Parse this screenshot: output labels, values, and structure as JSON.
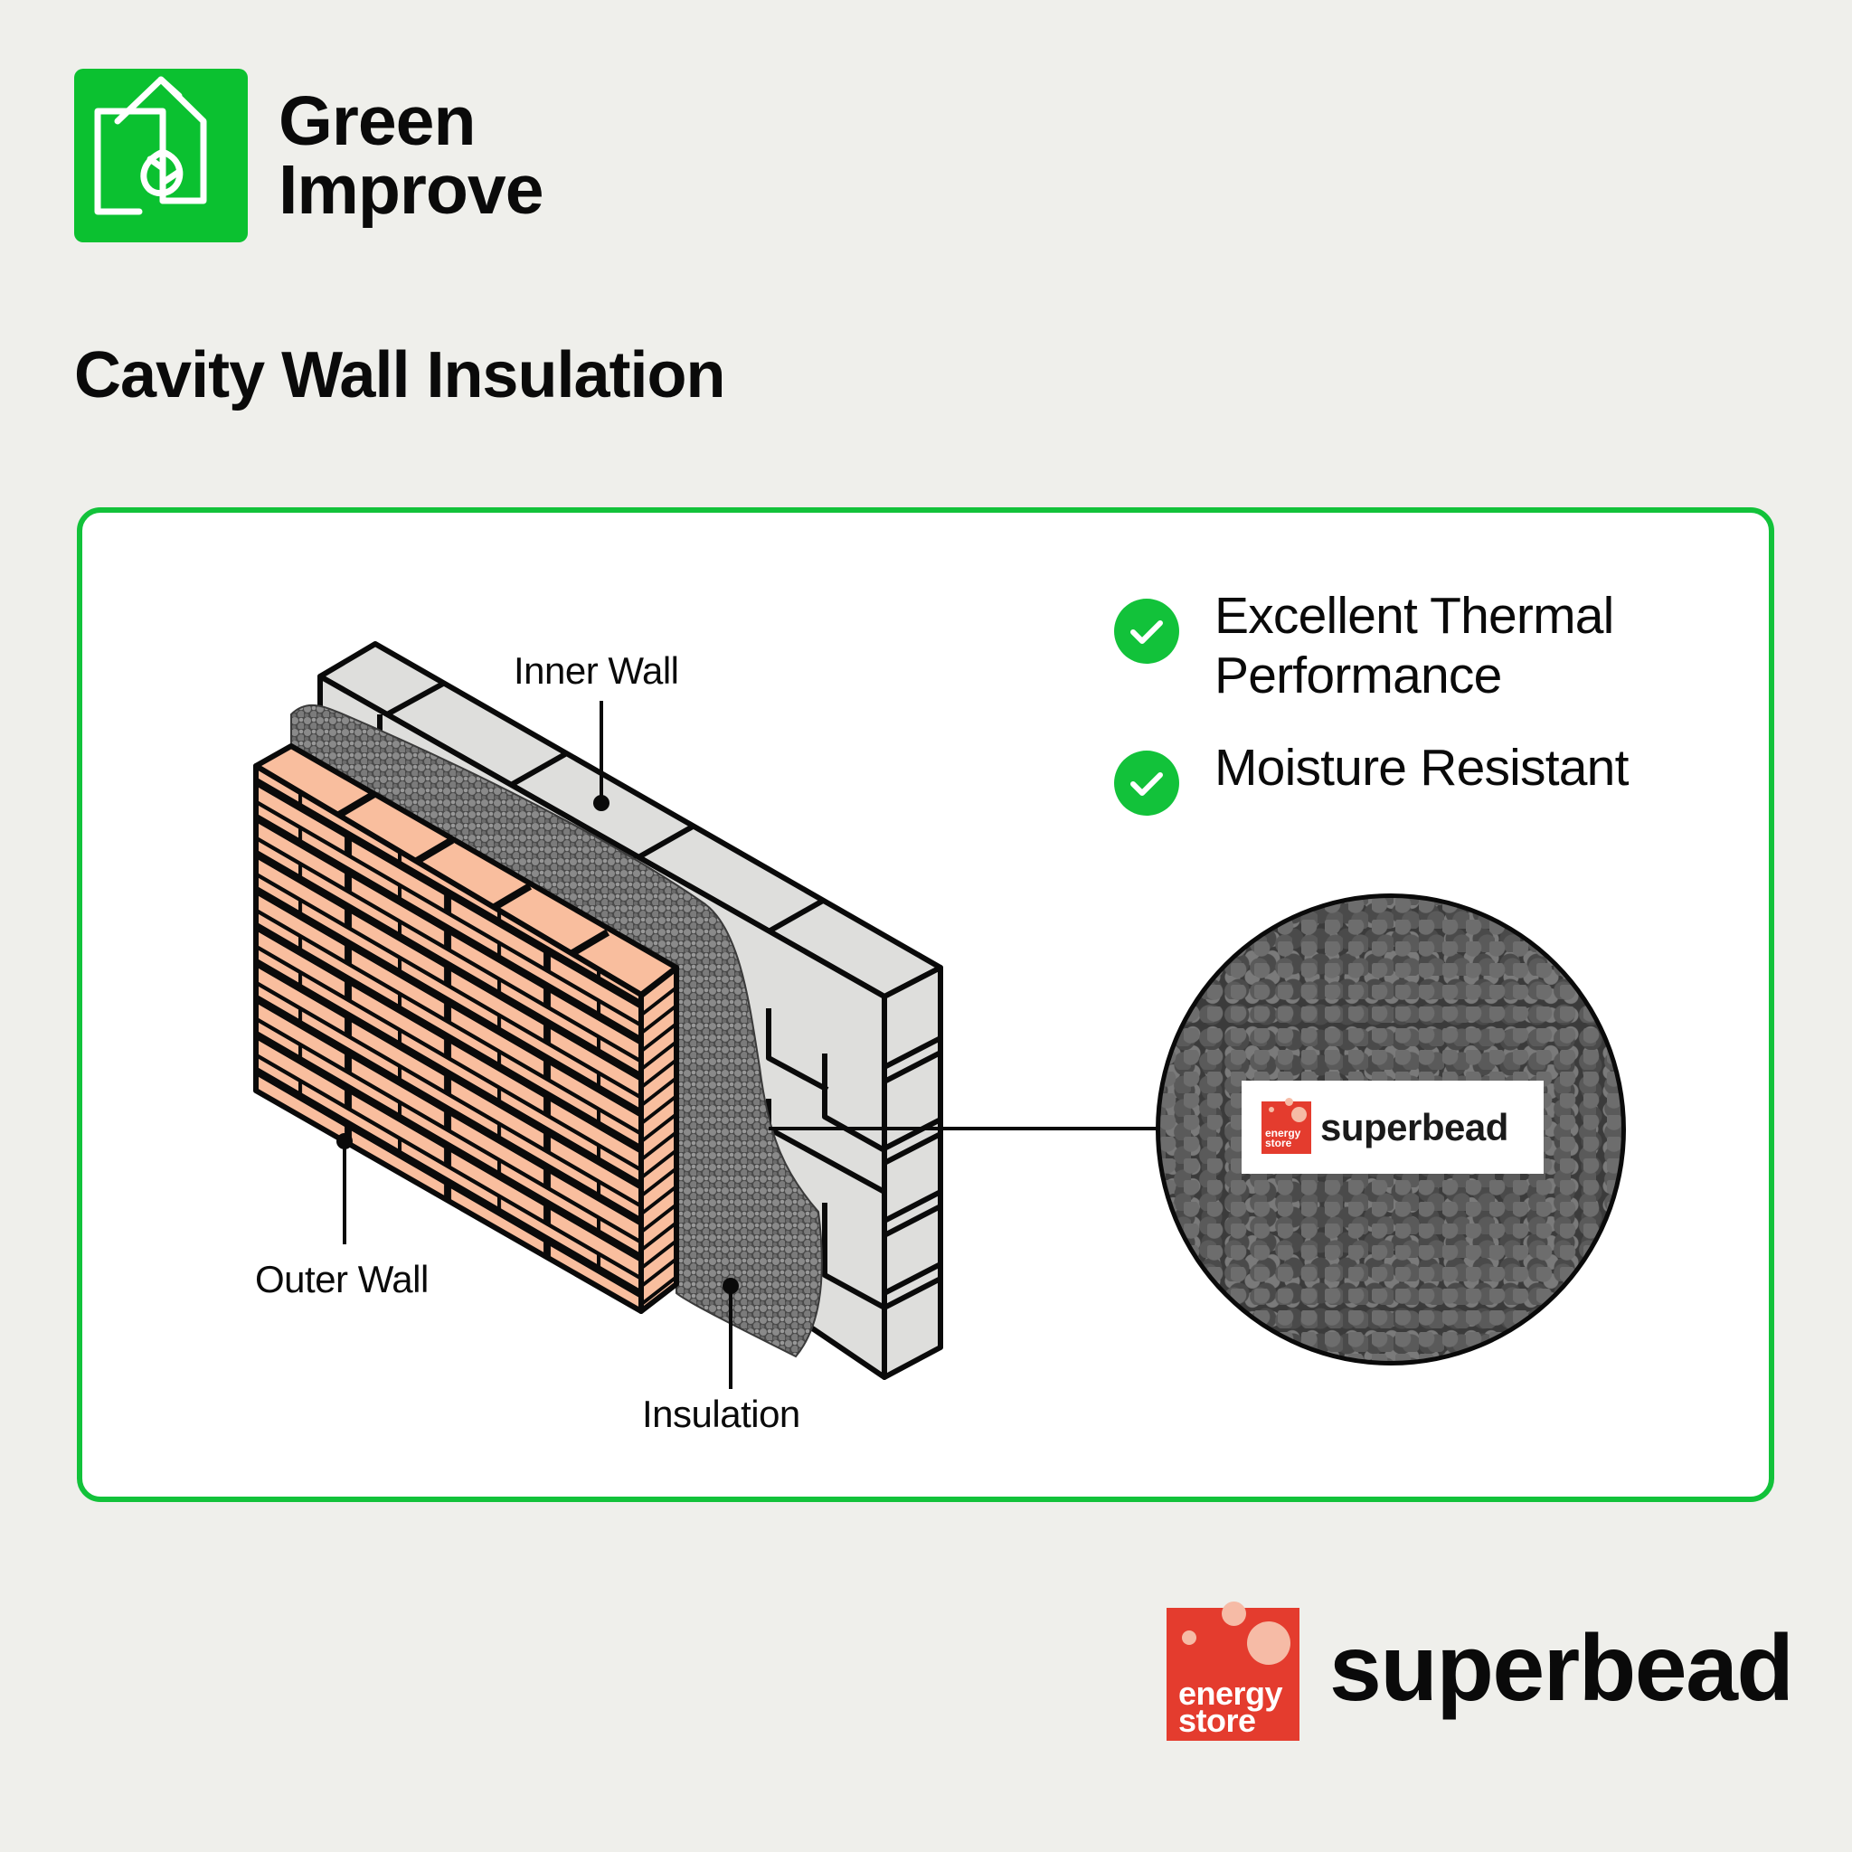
{
  "brand": {
    "name_line1": "Green",
    "name_line2": "Improve",
    "logo_icon": "house-leaf-icon",
    "color": "#0BC130"
  },
  "page_title": "Cavity Wall Insulation",
  "diagram": {
    "labels": {
      "inner_wall": "Inner Wall",
      "outer_wall": "Outer Wall",
      "insulation": "Insulation"
    },
    "colors": {
      "brick": "#F9BE9E",
      "block": "#DEDEDC",
      "outline": "#0A0A0A",
      "accent": "#12C23A"
    }
  },
  "features": [
    {
      "icon": "check-circle-icon",
      "line1": "Excellent Thermal",
      "line2": "Performance"
    },
    {
      "icon": "check-circle-icon",
      "line1": "Moisture Resistant",
      "line2": ""
    }
  ],
  "product_callout": {
    "partner_line1": "energy",
    "partner_line2": "store",
    "product_name": "superbead"
  },
  "footer": {
    "partner_line1": "energy",
    "partner_line2": "store",
    "partner_color": "#E43C2E",
    "product_name": "superbead"
  }
}
